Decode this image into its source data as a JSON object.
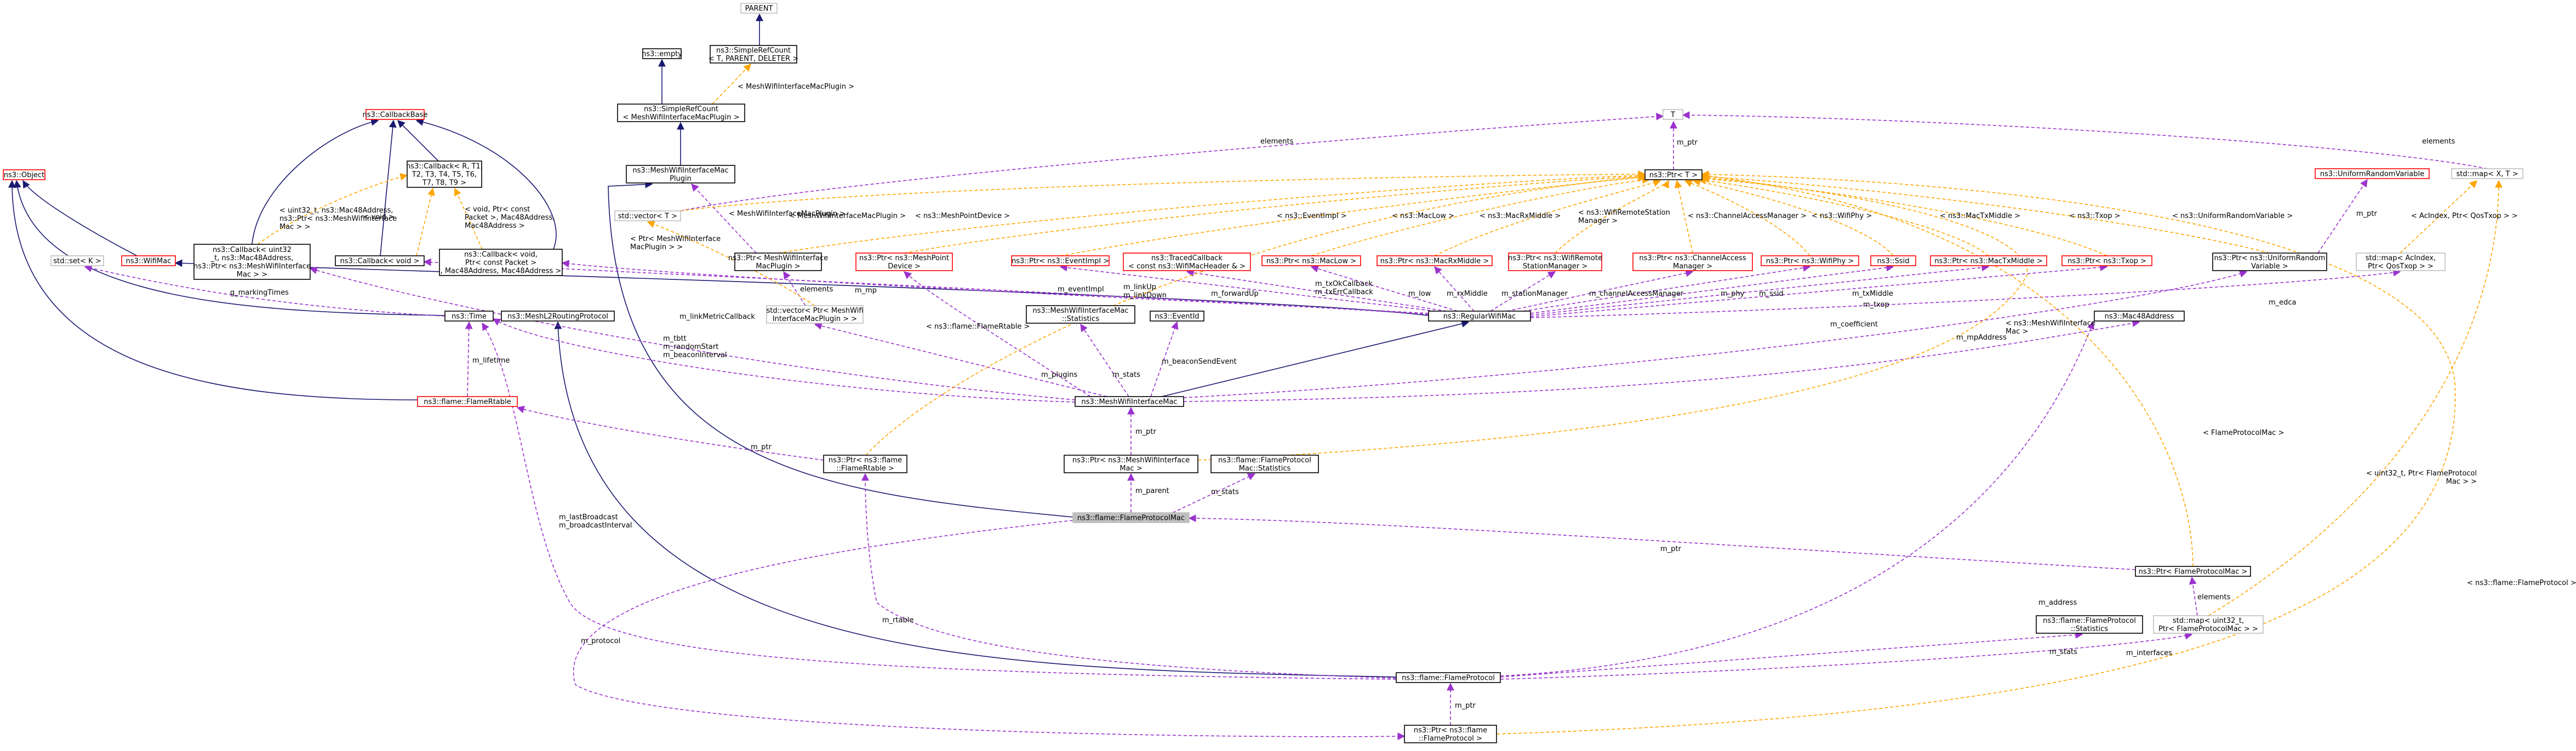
{
  "colors": {
    "normal_border": "#000000",
    "red_border": "#ff0000",
    "grey_border": "#bfbfbf",
    "inherit": "#191970",
    "usage": "#9a32cd",
    "template": "#ffa500"
  },
  "nodes": {
    "parent": [
      "PARENT"
    ],
    "simplerefcount_tpl": [
      "ns3::SimpleRefCount",
      "< T, PARENT, DELETER >"
    ],
    "empty": [
      "ns3::empty"
    ],
    "simplerefcount_plugin": [
      "ns3::SimpleRefCount",
      "< MeshWifiInterfaceMacPlugin >"
    ],
    "callbackbase": [
      "ns3::CallbackBase"
    ],
    "object": [
      "ns3::Object"
    ],
    "callback_tpl": [
      "ns3::Callback< R, T1,",
      "T2, T3, T4, T5, T6,",
      "T7, T8, T9 >"
    ],
    "mwim_plugin": [
      "ns3::MeshWifiInterfaceMac",
      "Plugin"
    ],
    "T": [
      "T"
    ],
    "ptr_T": [
      "ns3::Ptr< T >"
    ],
    "uniform_rv": [
      "ns3::UniformRandomVariable"
    ],
    "map_XT": [
      "std::map< X, T >"
    ],
    "callback_u32": [
      "ns3::Callback< uint32",
      "_t, ns3::Mac48Address,",
      "ns3::Ptr< ns3::MeshWifiInterface",
      "Mac > >"
    ],
    "vector_T": [
      "std::vector< T >"
    ],
    "callback_void": [
      "ns3::Callback< void >"
    ],
    "callback_void_packet": [
      "ns3::Callback< void,",
      "Ptr< const Packet >",
      ", Mac48Address, Mac48Address >"
    ],
    "set_K": [
      "std::set< K >"
    ],
    "wifimac": [
      "ns3::WifiMac"
    ],
    "ptr_plugin": [
      "ns3::Ptr< MeshWifiInterface",
      "MacPlugin >"
    ],
    "ptr_meshpoint": [
      "ns3::Ptr< ns3::MeshPoint",
      "Device >"
    ],
    "ptr_eventimpl": [
      "ns3::Ptr< ns3::EventImpl >"
    ],
    "traced_callback": [
      "ns3::TracedCallback",
      "< const ns3::WifiMacHeader & >"
    ],
    "ptr_maclow": [
      "ns3::Ptr< ns3::MacLow >"
    ],
    "ptr_macrxmiddle": [
      "ns3::Ptr< ns3::MacRxMiddle >"
    ],
    "ptr_wsm": [
      "ns3::Ptr< ns3::WifiRemote",
      "StationManager >"
    ],
    "ptr_cam": [
      "ns3::Ptr< ns3::ChannelAccess",
      "Manager >"
    ],
    "ptr_wifiphy": [
      "ns3::Ptr< ns3::WifiPhy >"
    ],
    "ssid": [
      "ns3::Ssid"
    ],
    "ptr_mactxmiddle": [
      "ns3::Ptr< ns3::MacTxMiddle >"
    ],
    "ptr_txop": [
      "ns3::Ptr< ns3::Txop >"
    ],
    "ptr_urv": [
      "ns3::Ptr< ns3::UniformRandom",
      "Variable >"
    ],
    "map_ac": [
      "std::map< AcIndex,",
      "Ptr< QosTxop > >"
    ],
    "time": [
      "ns3::Time"
    ],
    "meshl2": [
      "ns3::MeshL2RoutingProtocol"
    ],
    "vector_plugin": [
      "std::vector< Ptr< MeshWifi",
      "InterfaceMacPlugin > >"
    ],
    "mwim_stats": [
      "ns3::MeshWifiInterfaceMac",
      "::Statistics"
    ],
    "eventid": [
      "ns3::EventId"
    ],
    "regularwifimac": [
      "ns3::RegularWifiMac"
    ],
    "mac48": [
      "ns3::Mac48Address"
    ],
    "flame_rtable": [
      "ns3::flame::FlameRtable"
    ],
    "mwim": [
      "ns3::MeshWifiInterfaceMac"
    ],
    "ptr_rtable": [
      "ns3::Ptr< ns3::flame",
      "::FlameRtable >"
    ],
    "ptr_mwim": [
      "ns3::Ptr< ns3::MeshWifiInterface",
      "Mac >"
    ],
    "fpm_stats": [
      "ns3::flame::FlameProtocol",
      "Mac::Statistics"
    ],
    "fpm": [
      "ns3::flame::FlameProtocolMac"
    ],
    "ptr_fpm": [
      "ns3::Ptr< FlameProtocolMac >"
    ],
    "fp_stats": [
      "ns3::flame::FlameProtocol",
      "::Statistics"
    ],
    "map_u32": [
      "std::map< uint32_t,",
      "Ptr< FlameProtocolMac > >"
    ],
    "fp": [
      "ns3::flame::FlameProtocol"
    ],
    "ptr_fp": [
      "ns3::Ptr< ns3::flame",
      "::FlameProtocol >"
    ]
  },
  "edge_labels": {
    "e_plugin_tpl": [
      "< MeshWifiInterfaceMacPlugin >"
    ],
    "e_u32_tpl": [
      "< uint32_t, ns3::Mac48Address,",
      "ns3::Ptr< ns3::MeshWifiInterface",
      "Mac > >"
    ],
    "e_void_tpl": [
      "< void >"
    ],
    "e_vpkt_tpl": [
      "< void, Ptr< const",
      "Packet >, Mac48Address,",
      "Mac48Address >"
    ],
    "e_elements_T": [
      "elements"
    ],
    "e_mptr": [
      "m_ptr"
    ],
    "e_ptrplugin_tpl": [
      "< MeshWifiInterfaceMacPlugin >"
    ],
    "e_meshpoint_tpl": [
      "< ns3::MeshPointDevice >"
    ],
    "e_eventimpl_tpl": [
      "< ns3::EventImpl >"
    ],
    "e_maclow_tpl": [
      "< ns3::MacLow >"
    ],
    "e_macrx_tpl": [
      "< ns3::MacRxMiddle >"
    ],
    "e_wsm_tpl": [
      "< ns3::WifiRemoteStation",
      "Manager >"
    ],
    "e_cam_tpl": [
      "< ns3::ChannelAccessManager >"
    ],
    "e_wifiphy_tpl": [
      "< ns3::WifiPhy >"
    ],
    "e_mactx_tpl": [
      "< ns3::MacTxMiddle >"
    ],
    "e_txop_tpl": [
      "< ns3::Txop >"
    ],
    "e_urv_tpl": [
      "< ns3::UniformRandomVariable >"
    ],
    "e_map_ac_tpl": [
      "< AcIndex, Ptr< QosTxop > >"
    ],
    "e_urv_mptr": [
      "m_ptr"
    ],
    "e_vector_plugin_tpl": [
      "< Ptr< MeshWifiInterface",
      "MacPlugin > >"
    ],
    "e_marking": [
      "g_markingTimes"
    ],
    "e_linkup": [
      "m_linkUp",
      "m_linkDown"
    ],
    "e_forward": [
      "m_forwardUp"
    ],
    "e_txcb": [
      "m_txOkCallback",
      "m_txErrCallback"
    ],
    "e_low": [
      "m_low"
    ],
    "e_rxmiddle": [
      "m_rxMiddle"
    ],
    "e_station": [
      "m_stationManager"
    ],
    "e_cam": [
      "m_channelAccessManager"
    ],
    "e_phy": [
      "m_phy"
    ],
    "e_ssid": [
      "m_ssid"
    ],
    "e_txmiddle": [
      "m_txMiddle"
    ],
    "e_txop": [
      "m_txop"
    ],
    "e_coefficient": [
      "m_coefficient"
    ],
    "e_edca": [
      "m_edca"
    ],
    "e_mp": [
      "m_mp"
    ],
    "e_elements_plugin": [
      "elements"
    ],
    "e_eventimpl_m": [
      "m_eventImpl"
    ],
    "e_linkmetric": [
      "m_linkMetricCallback"
    ],
    "e_flamertable_tpl": [
      "< ns3::flame::FlameRtable >"
    ],
    "e_tbtt": [
      "m_tbtt",
      "m_randomStart",
      "m_beaconInterval"
    ],
    "e_plugins": [
      "m_plugins"
    ],
    "e_stats_mwim": [
      "m_stats"
    ],
    "e_beaconsend": [
      "m_beaconSendEvent"
    ],
    "e_mwim_tpl": [
      "< ns3::MeshWifiInterface",
      "Mac >"
    ],
    "e_mpaddress": [
      "m_mpAddress"
    ],
    "e_lifetime": [
      "m_lifetime"
    ],
    "e_rtable_ptr": [
      "m_ptr"
    ],
    "e_mwim_mptr": [
      "m_ptr"
    ],
    "e_parent": [
      "m_parent"
    ],
    "e_fpm_stats": [
      "m_stats"
    ],
    "e_flameprotocolmac_tpl": [
      "< FlameProtocolMac >"
    ],
    "e_fpm_mptr": [
      "m_ptr"
    ],
    "e_u32_map_tpl": [
      "< uint32_t, Ptr< FlameProtocol",
      "Mac > >"
    ],
    "e_fp_tpl": [
      "< ns3::flame::FlameProtocol >"
    ],
    "e_address": [
      "m_address"
    ],
    "e_lastbroadcast": [
      "m_lastBroadcast",
      "m_broadcastInterval"
    ],
    "e_rtable": [
      "m_rtable"
    ],
    "e_protocol": [
      "m_protocol"
    ],
    "e_elements_map": [
      "elements"
    ],
    "e_fp_stats": [
      "m_stats"
    ],
    "e_interfaces": [
      "m_interfaces"
    ],
    "e_fp_mptr": [
      "m_ptr"
    ]
  }
}
